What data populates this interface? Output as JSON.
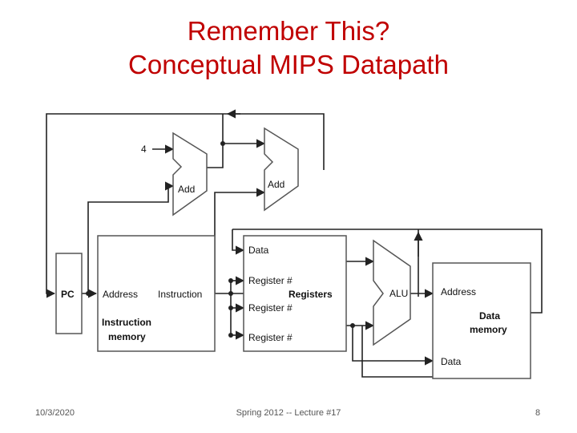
{
  "slide": {
    "title_line1": "Remember This?",
    "title_line2": "Conceptual MIPS Datapath"
  },
  "diagram": {
    "constant_four": "4",
    "pc_label": "PC",
    "adder1_label": "Add",
    "adder2_label": "Add",
    "instruction_memory": {
      "address": "Address",
      "instruction": "Instruction",
      "name_line1": "Instruction",
      "name_line2": "memory"
    },
    "registers": {
      "data": "Data",
      "reg1": "Register #",
      "reg2": "Register #",
      "reg3": "Register #",
      "name": "Registers"
    },
    "alu_label": "ALU",
    "data_memory": {
      "address": "Address",
      "name_line1": "Data",
      "name_line2": "memory",
      "data": "Data"
    }
  },
  "footer": {
    "date": "10/3/2020",
    "center": "Spring 2012 -- Lecture #17",
    "page": "8"
  },
  "colors": {
    "title": "#c00000",
    "line": "#222222",
    "box_border": "#555555"
  }
}
